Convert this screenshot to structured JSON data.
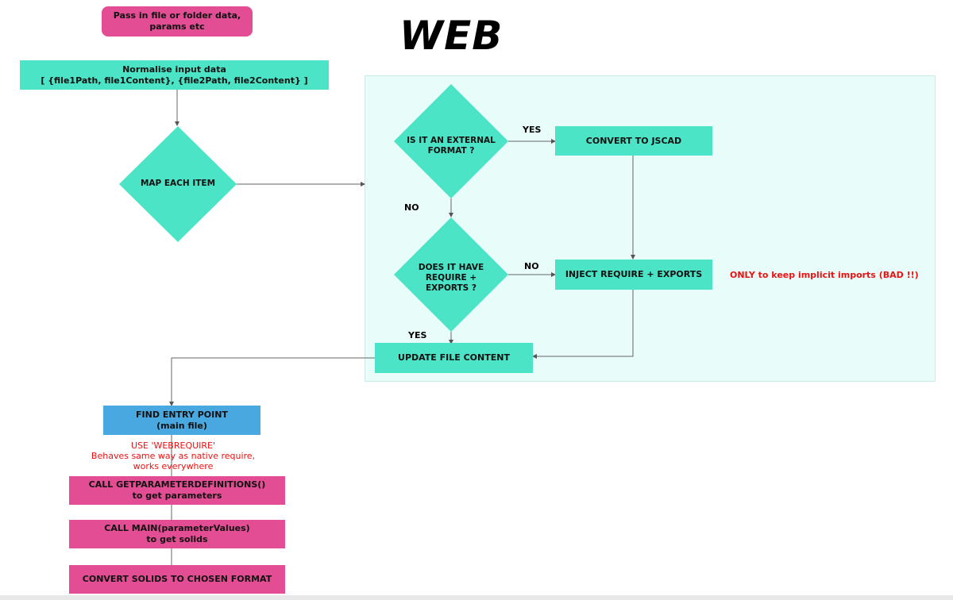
{
  "title": "WEB",
  "nodes": {
    "input": "Pass in file or folder data,\nparams etc",
    "normalise": "Normalise input data\n[ {file1Path, file1Content}, {file2Path, file2Content} ]",
    "map_each": "MAP EACH ITEM",
    "is_external": "IS IT AN EXTERNAL\nFORMAT ?",
    "convert_jscad": "CONVERT TO JSCAD",
    "has_require": "DOES IT HAVE\nREQUIRE +\nEXPORTS ?",
    "inject": "INJECT REQUIRE + EXPORTS",
    "update_content": "UPDATE FILE CONTENT",
    "find_entry": "FIND ENTRY POINT\n(main file)",
    "call_getparams": "CALL GETPARAMETERDEFINITIONS()\nto get parameters",
    "call_main": "CALL MAIN(parameterValues)\nto get solids",
    "convert_solids": "CONVERT SOLIDS TO CHOSEN FORMAT"
  },
  "edge_labels": {
    "yes_external": "YES",
    "no_external": "NO",
    "no_require": "NO",
    "yes_require": "YES"
  },
  "notes": {
    "implicit_imports": "ONLY to keep implicit imports (BAD !!)",
    "webrequire": "USE 'WEBREQUIRE'\nBehaves same way as native require,\nworks everywhere"
  },
  "colors": {
    "pink": "#e34d94",
    "teal": "#4ce4c6",
    "blue": "#4aa8e0",
    "panel": "#e8fcf9",
    "note_red": "#ee1111"
  }
}
